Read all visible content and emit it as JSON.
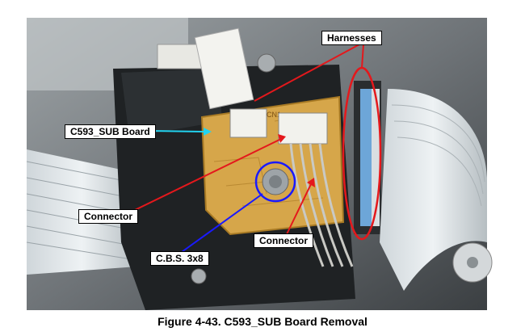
{
  "figure": {
    "caption": "Figure 4-43. C593_SUB Board Removal",
    "callouts": {
      "harnesses": "Harnesses",
      "sub_board": "C593_SUB Board",
      "connector_left": "Connector",
      "connector_right": "Connector",
      "screw": "C.B.S. 3x8"
    },
    "board_silkscreen": "CN1",
    "colors": {
      "pointer_red": "#e4181c",
      "pointer_blue": "#1a1aff",
      "pointer_cyan": "#22d3f0",
      "board": "#d6a64a"
    }
  }
}
